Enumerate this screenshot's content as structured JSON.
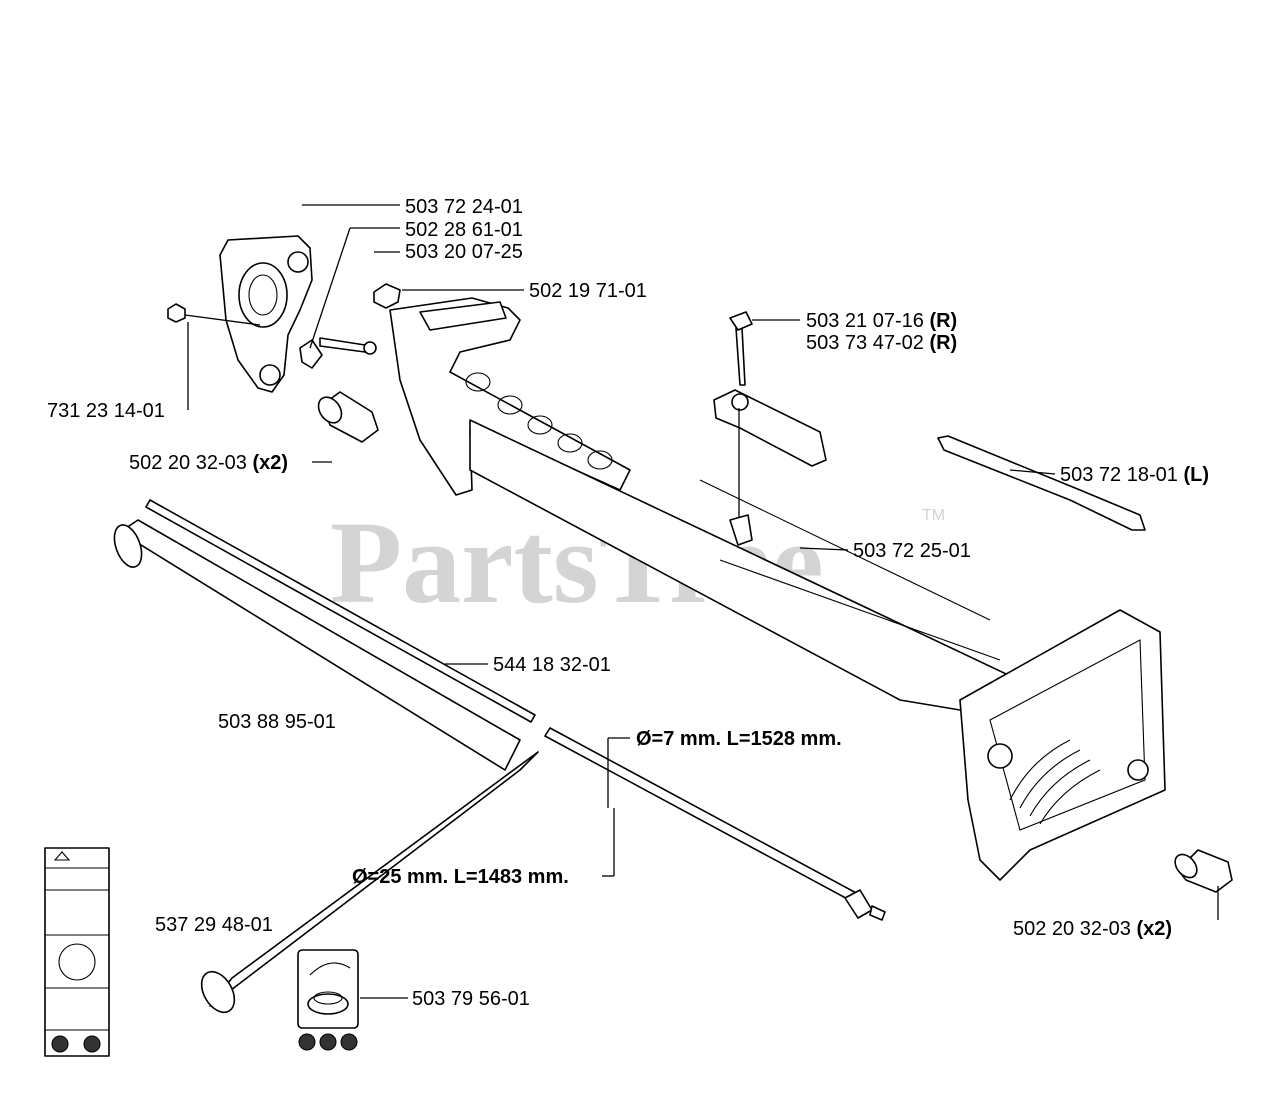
{
  "watermark": {
    "text": "PartsTree",
    "tm": "TM"
  },
  "callouts": {
    "c1": "503 72 24-01",
    "c2": "502 28 61-01",
    "c3": "503 20 07-25",
    "c4": "502 19 71-01",
    "c5": "503 21 07-16",
    "c5_suffix": "(R)",
    "c6": "503 73 47-02",
    "c6_suffix": "(R)",
    "c7": "731 23 14-01",
    "c8": "502 20 32-03",
    "c8_suffix": "(x2)",
    "c9": "503 72 18-01",
    "c9_suffix": "(L)",
    "c10": "503 72 25-01",
    "c11": "544 18 32-01",
    "c12": "503 88 95-01",
    "c13": "Ø=7 mm. L=1528 mm.",
    "c14": "Ø=25 mm. L=1483 mm.",
    "c15": "537 29 48-01",
    "c16": "503 79 56-01",
    "c17": "502 20 32-03",
    "c17_suffix": "(x2)"
  }
}
